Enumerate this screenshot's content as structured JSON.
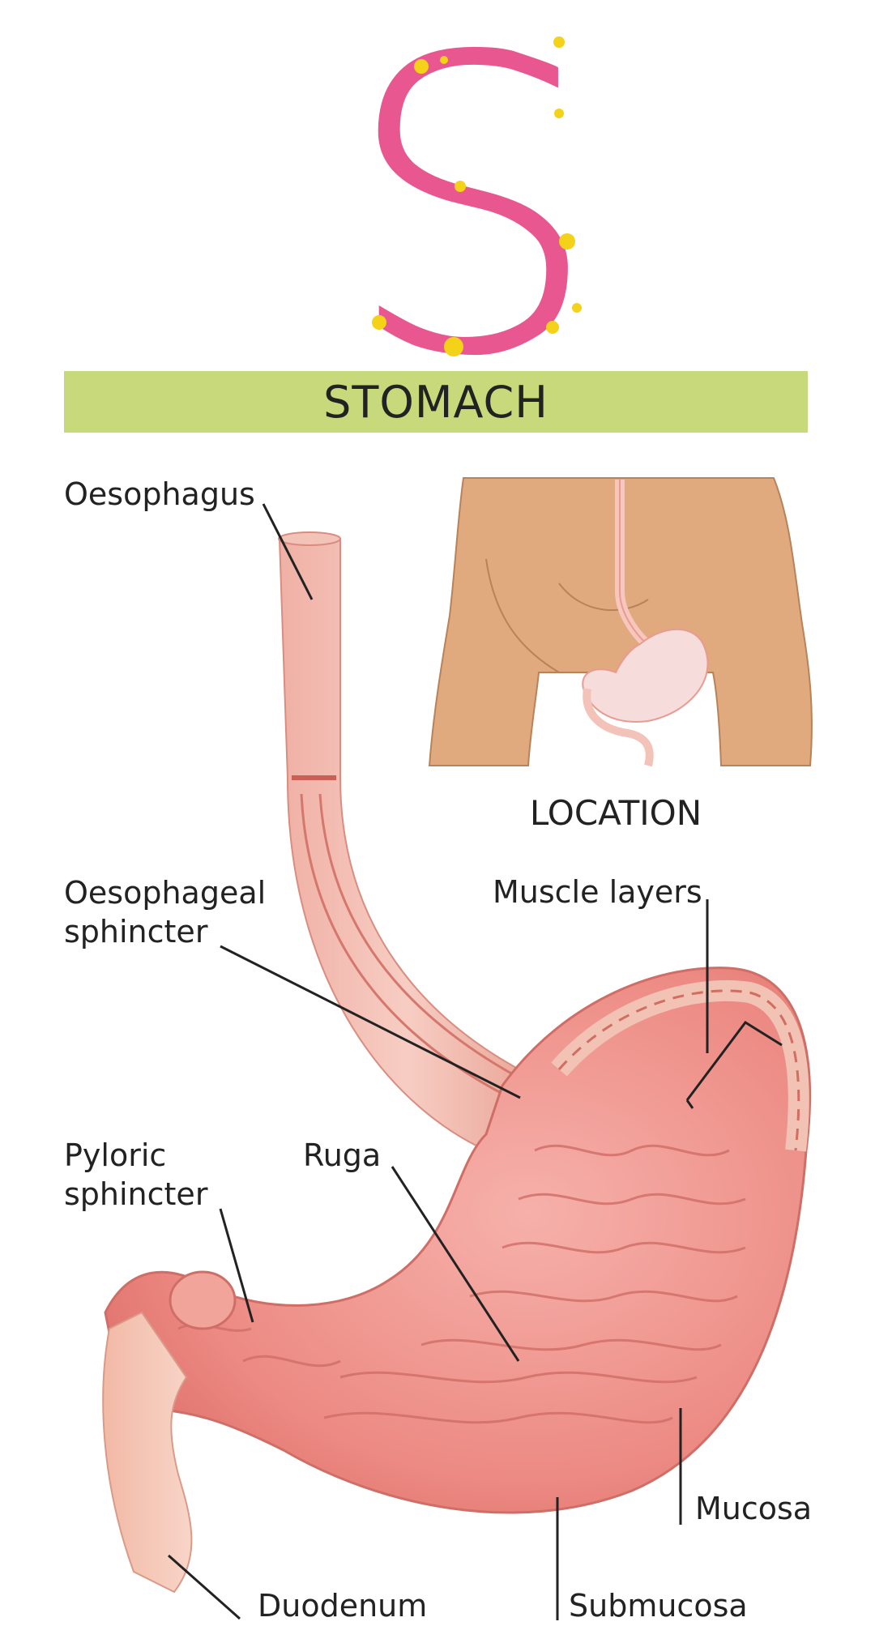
{
  "letter": "S",
  "title": "STOMACH",
  "location_caption": "LOCATION",
  "labels": {
    "oesophagus": "Oesophagus",
    "oesophageal_sphincter": [
      "Oesophageal",
      "sphincter"
    ],
    "muscle_layers": "Muscle layers",
    "pyloric_sphincter": [
      "Pyloric",
      "sphincter"
    ],
    "ruga": "Ruga",
    "mucosa": "Mucosa",
    "submucosa": "Submucosa",
    "duodenum": "Duodenum"
  },
  "colors": {
    "letter_fill": "#e8578f",
    "letter_dots": "#f4d21a",
    "banner": "#c8d97c",
    "skin": "#e0a97e",
    "stomach": "#ec8c86",
    "stomach_inner": "#f2a59c"
  }
}
